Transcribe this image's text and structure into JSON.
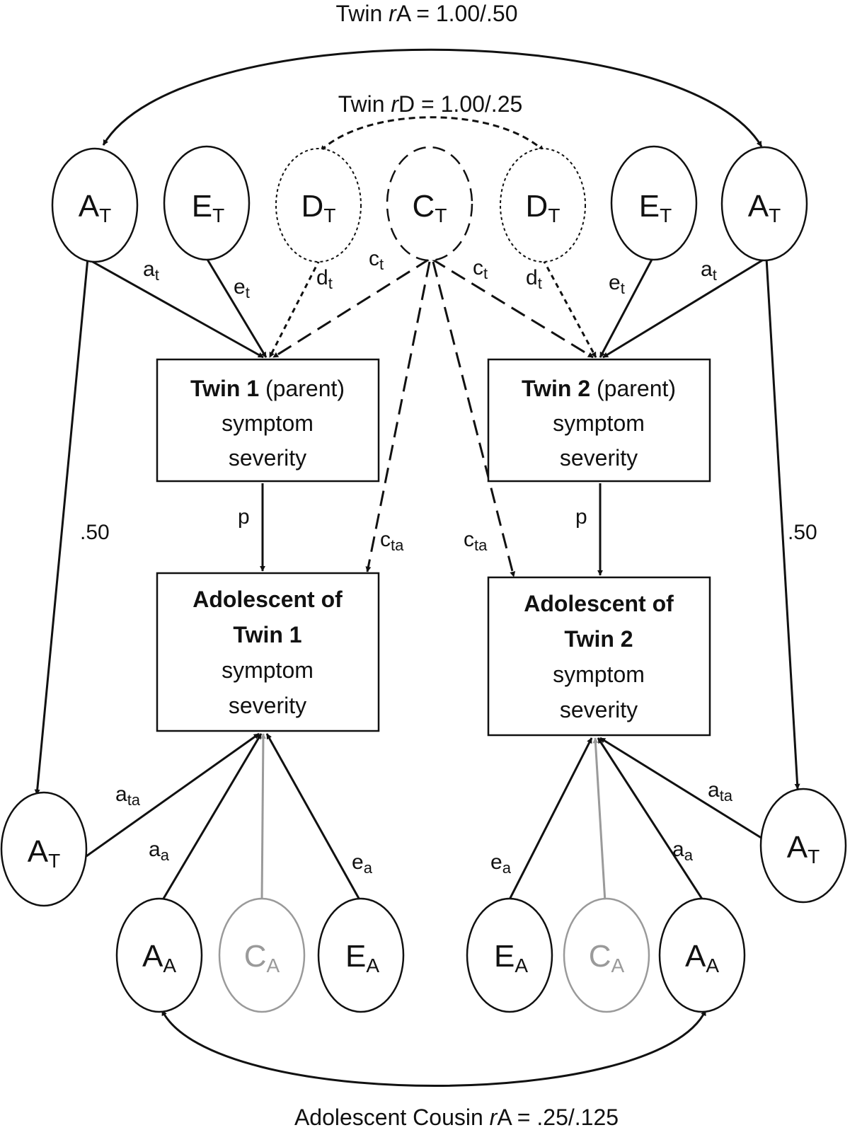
{
  "correlations": {
    "twin_rA": {
      "prefix": "Twin ",
      "italic": "r",
      "rest": "A = 1.00/.50"
    },
    "twin_rD": {
      "prefix": "Twin ",
      "italic": "r",
      "rest": "D = 1.00/.25"
    },
    "cousin_rA": {
      "prefix": "Adolescent Cousin ",
      "italic": "r",
      "rest": "A = .25/.125"
    }
  },
  "latent_factors": {
    "a_t_1": {
      "main": "A",
      "sub": "T"
    },
    "e_t_1": {
      "main": "E",
      "sub": "T"
    },
    "d_t_1": {
      "main": "D",
      "sub": "T"
    },
    "c_t": {
      "main": "C",
      "sub": "T"
    },
    "d_t_2": {
      "main": "D",
      "sub": "T"
    },
    "e_t_2": {
      "main": "E",
      "sub": "T"
    },
    "a_t_2": {
      "main": "A",
      "sub": "T"
    },
    "a_t_left_bottom": {
      "main": "A",
      "sub": "T"
    },
    "a_t_right_bottom": {
      "main": "A",
      "sub": "T"
    },
    "a_a_1": {
      "main": "A",
      "sub": "A"
    },
    "c_a_1": {
      "main": "C",
      "sub": "A"
    },
    "e_a_1": {
      "main": "E",
      "sub": "A"
    },
    "e_a_2": {
      "main": "E",
      "sub": "A"
    },
    "c_a_2": {
      "main": "C",
      "sub": "A"
    },
    "a_a_2": {
      "main": "A",
      "sub": "A"
    }
  },
  "observed": {
    "twin1": {
      "bold": "Twin 1",
      "rest": " (parent)",
      "line2": "symptom",
      "line3": "severity"
    },
    "twin2": {
      "bold": "Twin 2",
      "rest": " (parent)",
      "line2": "symptom",
      "line3": "severity"
    },
    "adol1": {
      "line1": "Adolescent of",
      "line2": "Twin 1",
      "line3": "symptom",
      "line4": "severity"
    },
    "adol2": {
      "line1": "Adolescent of",
      "line2": "Twin 2",
      "line3": "symptom",
      "line4": "severity"
    }
  },
  "path_labels": {
    "at": {
      "main": "a",
      "sub": "t"
    },
    "et": {
      "main": "e",
      "sub": "t"
    },
    "dt": {
      "main": "d",
      "sub": "t"
    },
    "ct": {
      "main": "c",
      "sub": "t"
    },
    "cta": {
      "main": "c",
      "sub": "ta"
    },
    "ata": {
      "main": "a",
      "sub": "ta"
    },
    "aa": {
      "main": "a",
      "sub": "a"
    },
    "ea": {
      "main": "e",
      "sub": "a"
    },
    "p": "p",
    "half": ".50"
  },
  "colors": {
    "line": "#111111",
    "gray": "#9a9a9a"
  }
}
